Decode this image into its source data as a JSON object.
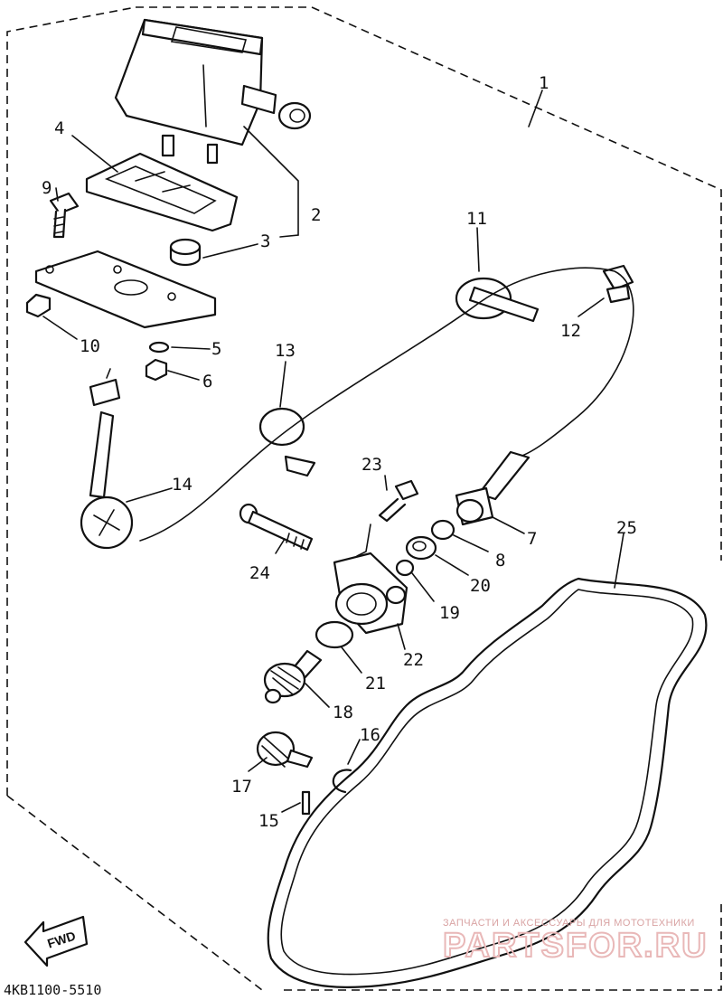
{
  "diagram": {
    "part_labels": [
      "1",
      "2",
      "3",
      "4",
      "5",
      "6",
      "7",
      "8",
      "9",
      "10",
      "11",
      "12",
      "13",
      "14",
      "15",
      "16",
      "17",
      "18",
      "19",
      "20",
      "21",
      "22",
      "23",
      "24",
      "25"
    ],
    "drawing_code": "4KB1100-5510",
    "direction_badge": "FWD",
    "watermark": {
      "tagline": "ЗАПЧАСТИ И АКСЕССУАРЫ ДЛЯ МОТОТЕХНИКИ",
      "brand": "PARTSFOR.RU"
    }
  },
  "colors": {
    "ink": "#111111",
    "background": "#ffffff",
    "watermark": "#e0a8a8"
  }
}
